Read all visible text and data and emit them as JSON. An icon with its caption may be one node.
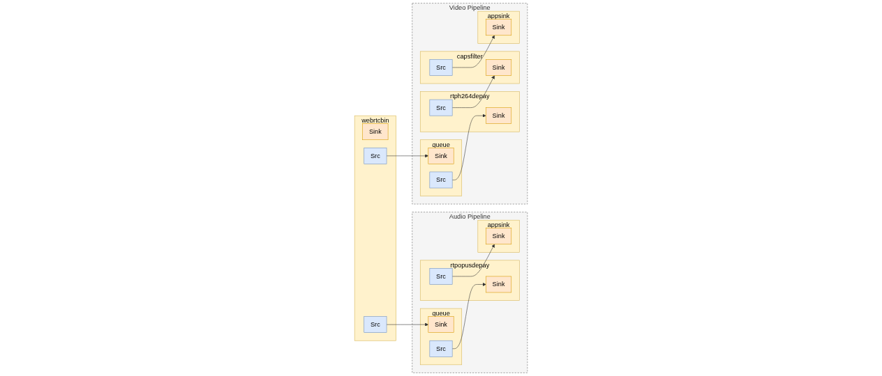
{
  "diagram": {
    "nodes": [
      {
        "text": [
          "Audio Pipeline"
        ]
      },
      {
        "text": [
          "queue"
        ],
        "in": 0
      },
      {
        "text": [
          "Sink"
        ],
        "in": 1
      },
      {
        "text": [
          "Src"
        ],
        "in": 1
      },
      {
        "text": [
          "rtpopusdepay"
        ],
        "in": 0
      },
      {
        "text": [
          "Sink"
        ],
        "in": 4
      },
      {
        "text": [
          "Src"
        ],
        "in": 4
      },
      {
        "text": [
          "appsink"
        ],
        "in": 0
      },
      {
        "text": [
          "Sink"
        ],
        "in": 7
      },
      {
        "text": [
          "webrtcbin"
        ]
      },
      {
        "text": [
          "Sink"
        ],
        "in": 9
      },
      {
        "text": [
          "Src"
        ],
        "in": 9
      },
      {
        "text": [
          "Src"
        ],
        "in": 9
      },
      {
        "text": [
          "Video Pipeline"
        ]
      },
      {
        "text": [
          "queue"
        ],
        "in": 13
      },
      {
        "text": [
          "Sink"
        ],
        "in": 14
      },
      {
        "text": [
          "Src"
        ],
        "in": 14
      },
      {
        "text": [
          "rtph264depay"
        ],
        "in": 13
      },
      {
        "text": [
          "Sink"
        ],
        "in": 17
      },
      {
        "text": [
          "Src"
        ],
        "in": 17
      },
      {
        "text": [
          "capsfilter"
        ],
        "in": 13
      },
      {
        "text": [
          "Sink"
        ],
        "in": 20
      },
      {
        "text": [
          "Src"
        ],
        "in": 20
      },
      {
        "text": [
          "appsink"
        ],
        "in": 13
      },
      {
        "text": [
          "Sink"
        ],
        "in": 23
      }
    ],
    "edges": [
      {
        "from": 11,
        "to": 2,
        "arrow": "to"
      },
      {
        "from": 3,
        "to": 5,
        "arrow": "to"
      },
      {
        "from": 6,
        "to": 8,
        "arrow": "to"
      },
      {
        "from": 12,
        "to": 15,
        "arrow": "to"
      },
      {
        "from": 16,
        "to": 18,
        "arrow": "to"
      },
      {
        "from": 19,
        "to": 21,
        "arrow": "to"
      },
      {
        "from": 22,
        "to": 24,
        "arrow": "to"
      }
    ]
  }
}
